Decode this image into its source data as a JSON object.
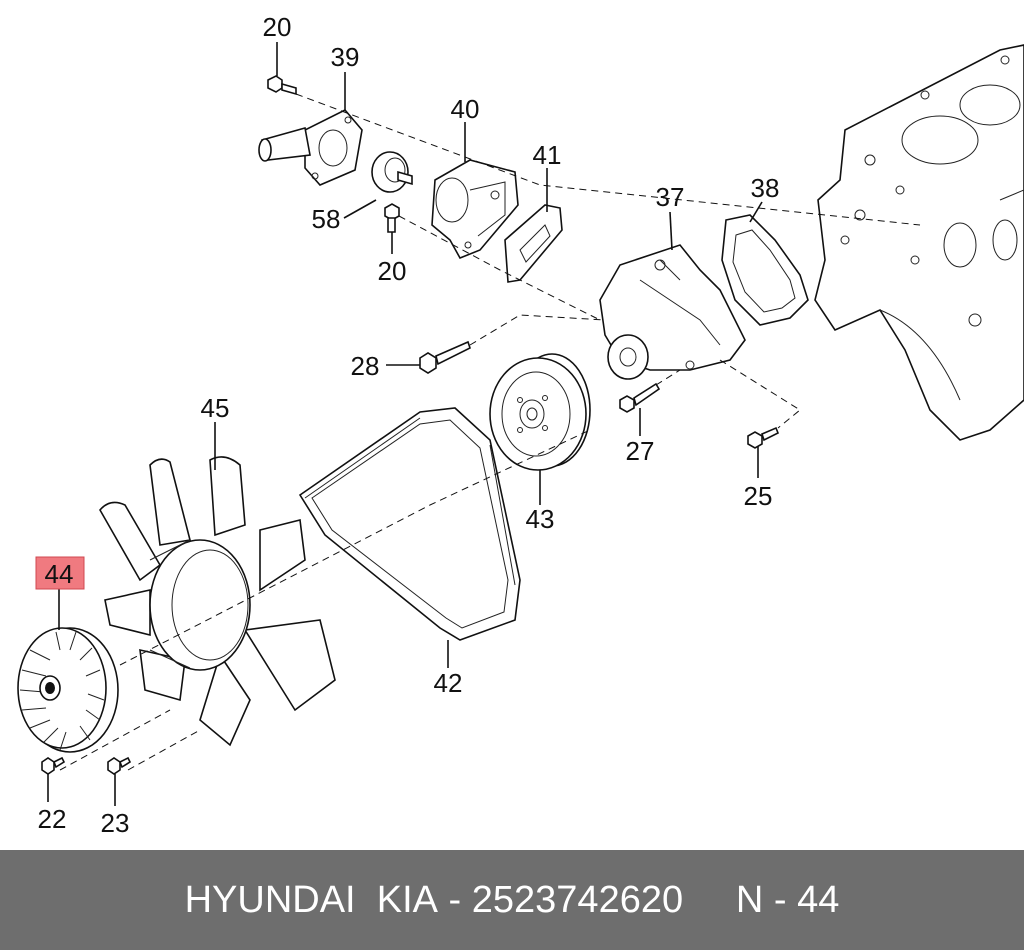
{
  "footer": {
    "brand": "HYUNDAI  KIA",
    "separator": " - ",
    "part_number": "2523742620",
    "spacer": "     ",
    "ref_prefix": "N - ",
    "ref_number": "44"
  },
  "callouts": {
    "c20a": "20",
    "c39": "39",
    "c40": "40",
    "c41": "41",
    "c58": "58",
    "c20b": "20",
    "c37": "37",
    "c38": "38",
    "c28": "28",
    "c45": "45",
    "c27": "27",
    "c25": "25",
    "c43": "43",
    "c44": "44",
    "c42": "42",
    "c22": "22",
    "c23": "23"
  },
  "highlight_color": "#f07a80"
}
